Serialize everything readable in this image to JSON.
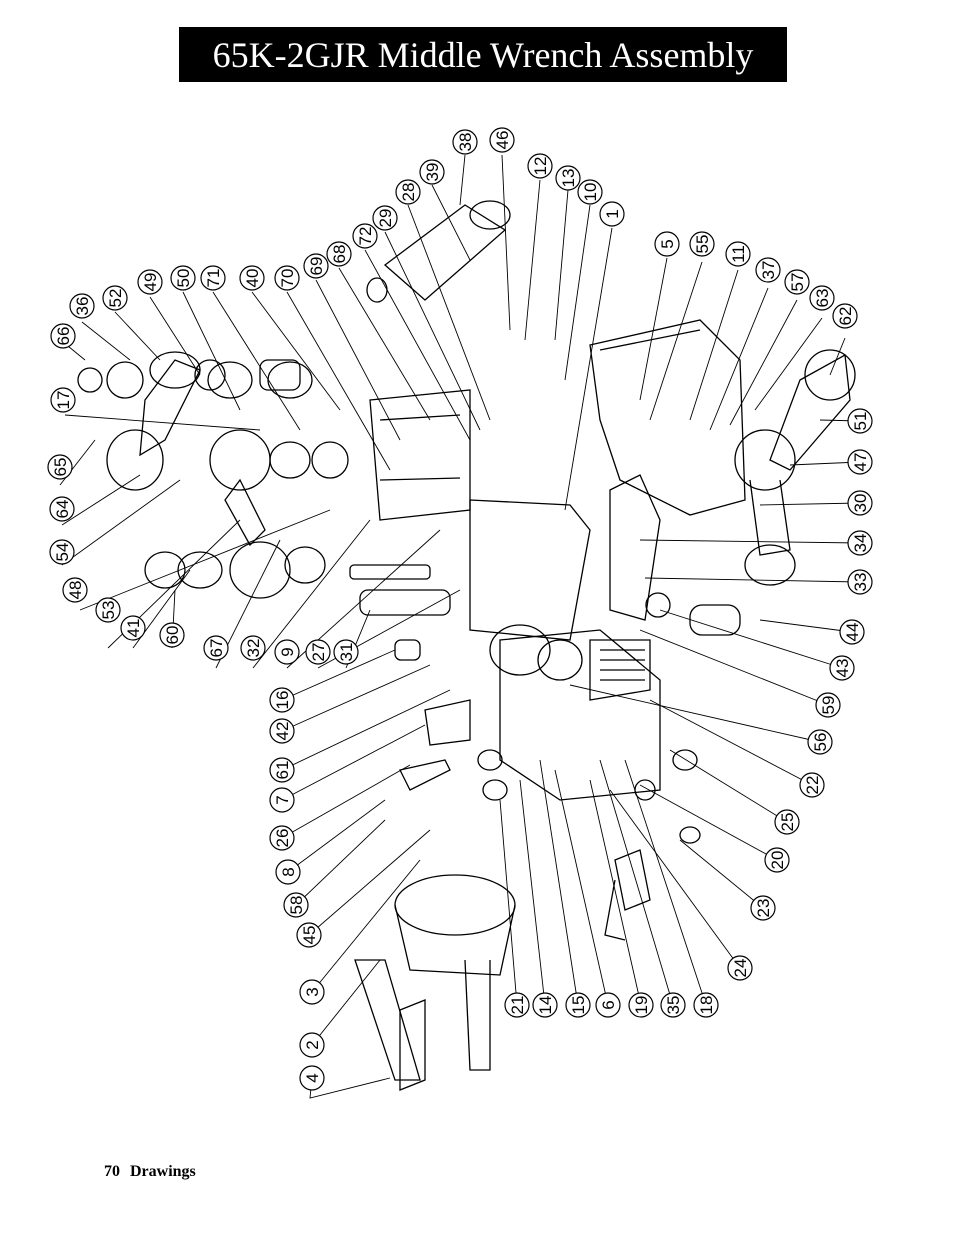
{
  "page": {
    "title": "65K-2GJR Middle Wrench Assembly",
    "footer_page_number": "70",
    "footer_section": "Drawings"
  },
  "callouts": [
    {
      "id": "38",
      "label": "38"
    },
    {
      "id": "46",
      "label": "46"
    },
    {
      "id": "39",
      "label": "39"
    },
    {
      "id": "12",
      "label": "12"
    },
    {
      "id": "13",
      "label": "13"
    },
    {
      "id": "28",
      "label": "28"
    },
    {
      "id": "10",
      "label": "10"
    },
    {
      "id": "29",
      "label": "29"
    },
    {
      "id": "1",
      "label": "1"
    },
    {
      "id": "72",
      "label": "72"
    },
    {
      "id": "5",
      "label": "5"
    },
    {
      "id": "55",
      "label": "55"
    },
    {
      "id": "68",
      "label": "68"
    },
    {
      "id": "11",
      "label": "11"
    },
    {
      "id": "69",
      "label": "69"
    },
    {
      "id": "37",
      "label": "37"
    },
    {
      "id": "70",
      "label": "70"
    },
    {
      "id": "40",
      "label": "40"
    },
    {
      "id": "57",
      "label": "57"
    },
    {
      "id": "71",
      "label": "71"
    },
    {
      "id": "50",
      "label": "50"
    },
    {
      "id": "63",
      "label": "63"
    },
    {
      "id": "49",
      "label": "49"
    },
    {
      "id": "52",
      "label": "52"
    },
    {
      "id": "62",
      "label": "62"
    },
    {
      "id": "36",
      "label": "36"
    },
    {
      "id": "66",
      "label": "66"
    },
    {
      "id": "17",
      "label": "17"
    },
    {
      "id": "51",
      "label": "51"
    },
    {
      "id": "65",
      "label": "65"
    },
    {
      "id": "47",
      "label": "47"
    },
    {
      "id": "64",
      "label": "64"
    },
    {
      "id": "30",
      "label": "30"
    },
    {
      "id": "54",
      "label": "54"
    },
    {
      "id": "34",
      "label": "34"
    },
    {
      "id": "48",
      "label": "48"
    },
    {
      "id": "33",
      "label": "33"
    },
    {
      "id": "53",
      "label": "53"
    },
    {
      "id": "41",
      "label": "41"
    },
    {
      "id": "60",
      "label": "60"
    },
    {
      "id": "67",
      "label": "67"
    },
    {
      "id": "32",
      "label": "32"
    },
    {
      "id": "9",
      "label": "9"
    },
    {
      "id": "27",
      "label": "27"
    },
    {
      "id": "31",
      "label": "31"
    },
    {
      "id": "44",
      "label": "44"
    },
    {
      "id": "43",
      "label": "43"
    },
    {
      "id": "59",
      "label": "59"
    },
    {
      "id": "16",
      "label": "16"
    },
    {
      "id": "56",
      "label": "56"
    },
    {
      "id": "42",
      "label": "42"
    },
    {
      "id": "61",
      "label": "61"
    },
    {
      "id": "22",
      "label": "22"
    },
    {
      "id": "7",
      "label": "7"
    },
    {
      "id": "25",
      "label": "25"
    },
    {
      "id": "26",
      "label": "26"
    },
    {
      "id": "20",
      "label": "20"
    },
    {
      "id": "8",
      "label": "8"
    },
    {
      "id": "23",
      "label": "23"
    },
    {
      "id": "58",
      "label": "58"
    },
    {
      "id": "45",
      "label": "45"
    },
    {
      "id": "24",
      "label": "24"
    },
    {
      "id": "3",
      "label": "3"
    },
    {
      "id": "21",
      "label": "21"
    },
    {
      "id": "14",
      "label": "14"
    },
    {
      "id": "15",
      "label": "15"
    },
    {
      "id": "6",
      "label": "6"
    },
    {
      "id": "19",
      "label": "19"
    },
    {
      "id": "35",
      "label": "35"
    },
    {
      "id": "18",
      "label": "18"
    },
    {
      "id": "2",
      "label": "2"
    },
    {
      "id": "4",
      "label": "4"
    }
  ]
}
